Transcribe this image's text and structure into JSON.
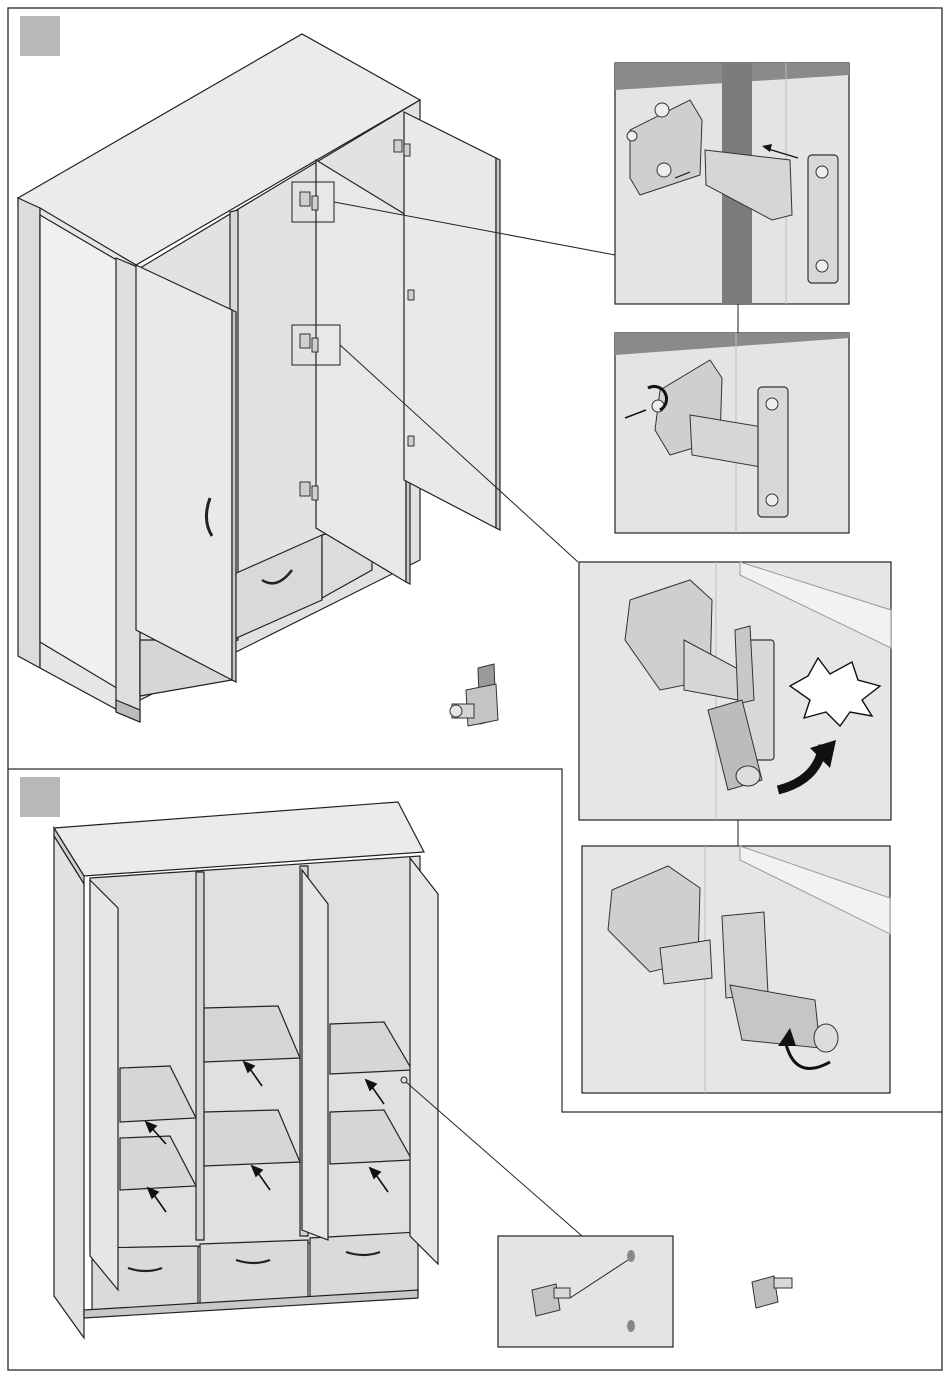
{
  "document": {
    "type": "furniture assembly instructions",
    "steps": [
      {
        "badge_label": "",
        "description_icon": "hinge-attach-diagram"
      },
      {
        "badge_label": "",
        "description_icon": "shelf-support-diagram"
      }
    ],
    "parts": [
      "soft-close-damper",
      "shelf-support-pin"
    ]
  },
  "colors": {
    "border": "#2b2b2b",
    "panel_fill": "#e8e8e8",
    "panel_shade": "#d2d2d2",
    "dark_edge": "#6b6b6b",
    "badge": "#b8b8b8",
    "arrow": "#111111"
  }
}
